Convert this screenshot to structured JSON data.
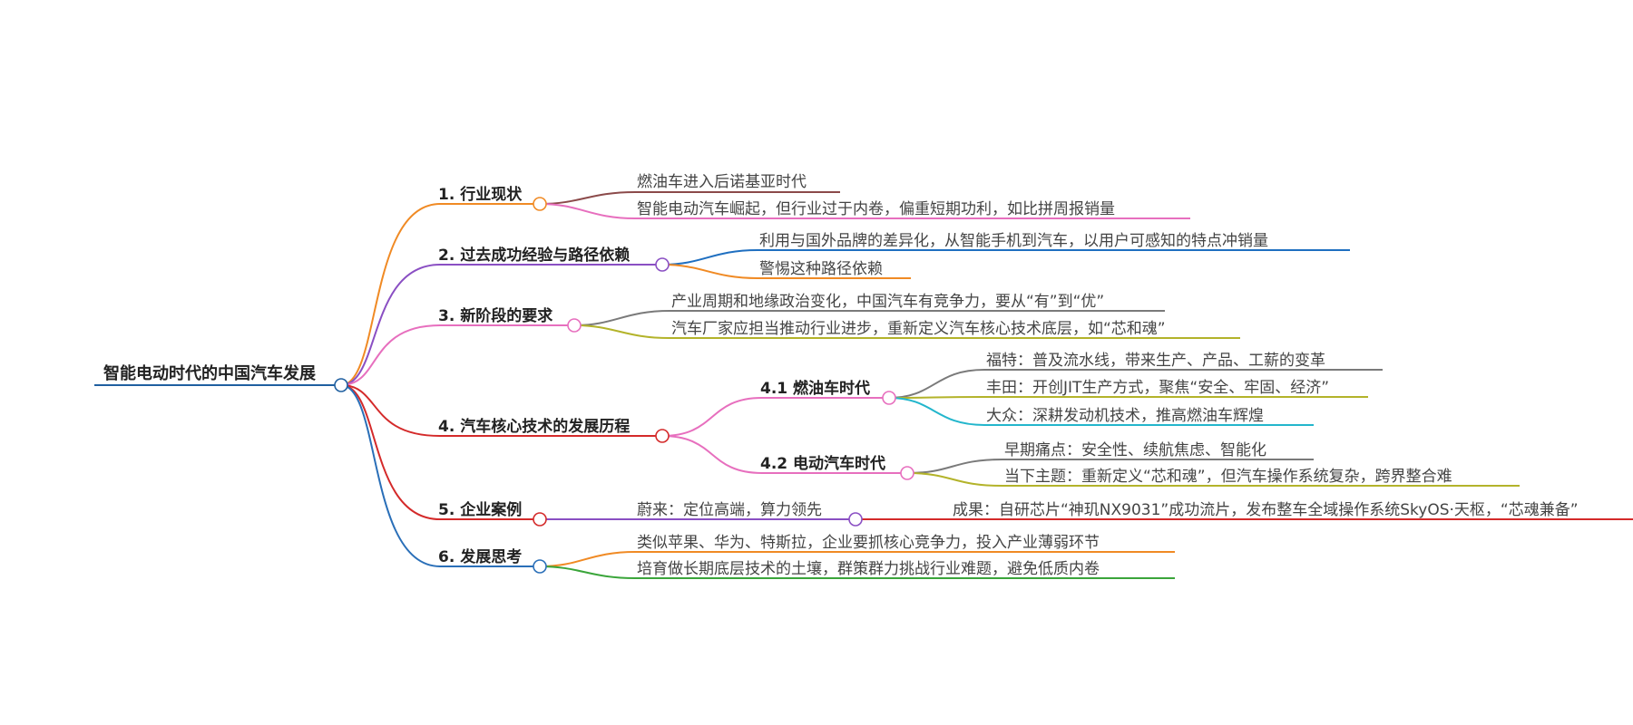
{
  "title": "智能电动时代的中国汽车发展",
  "colors": {
    "root": "#1f5fa0",
    "orange": "#f08a24",
    "purple": "#8a4fc3",
    "pink": "#e76fbe",
    "red": "#d42a2a",
    "blue": "#2a6fb8",
    "brown": "#8b4a4a",
    "deep_blue": "#1f6fc0",
    "gray": "#7a7a7a",
    "olive": "#b3b32a",
    "cyan": "#23b6cc",
    "green": "#3aa53a"
  },
  "branches": [
    {
      "label": "1. 行业现状",
      "children": [
        {
          "label": "燃油车进入后诺基亚时代"
        },
        {
          "label": "智能电动汽车崛起，但行业过于内卷，偏重短期功利，如比拼周报销量"
        }
      ]
    },
    {
      "label": "2. 过去成功经验与路径依赖",
      "children": [
        {
          "label": "利用与国外品牌的差异化，从智能手机到汽车，以用户可感知的特点冲销量"
        },
        {
          "label": "警惕这种路径依赖"
        }
      ]
    },
    {
      "label": "3. 新阶段的要求",
      "children": [
        {
          "label": "产业周期和地缘政治变化，中国汽车有竞争力，要从“有”到“优”"
        },
        {
          "label": "汽车厂家应担当推动行业进步，重新定义汽车核心技术底层，如“芯和魂”"
        }
      ]
    },
    {
      "label": "4. 汽车核心技术的发展历程",
      "children": [
        {
          "label": "4.1 燃油车时代",
          "children": [
            {
              "label": "福特：普及流水线，带来生产、产品、工薪的变革"
            },
            {
              "label": "丰田：开创JIT生产方式，聚焦“安全、牢固、经济”"
            },
            {
              "label": "大众：深耕发动机技术，推高燃油车辉煌"
            }
          ]
        },
        {
          "label": "4.2 电动汽车时代",
          "children": [
            {
              "label": "早期痛点：安全性、续航焦虑、智能化"
            },
            {
              "label": "当下主题：重新定义“芯和魂”，但汽车操作系统复杂，跨界整合难"
            }
          ]
        }
      ]
    },
    {
      "label": "5. 企业案例",
      "children": [
        {
          "label": "蔚来：定位高端，算力领先",
          "children": [
            {
              "label": "成果：自研芯片“神玑NX9031”成功流片，发布整车全域操作系统SkyOS·天枢，“芯魂兼备”"
            }
          ]
        }
      ]
    },
    {
      "label": "6. 发展思考",
      "children": [
        {
          "label": "类似苹果、华为、特斯拉，企业要抓核心竞争力，投入产业薄弱环节"
        },
        {
          "label": "培育做长期底层技术的土壤，群策群力挑战行业难题，避免低质内卷"
        }
      ]
    }
  ]
}
